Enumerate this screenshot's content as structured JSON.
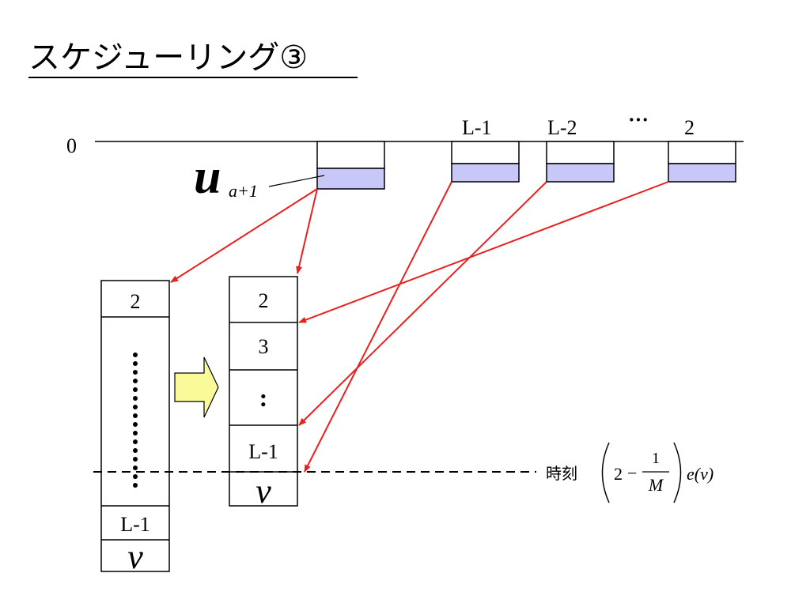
{
  "slide": {
    "title": "スケジューリング③"
  },
  "timeline": {
    "zero_label": "0",
    "block_labels": [
      "L-1",
      "L-2",
      "2"
    ],
    "ellipsis": "···",
    "u_symbol": "u",
    "u_subscript": "a+1"
  },
  "left_column": {
    "top_cell": "2",
    "penultimate_cell": "L-1",
    "bottom_cell": "v"
  },
  "right_column": {
    "cells": [
      "2",
      "3",
      ":",
      "L-1",
      "v"
    ]
  },
  "time_label": {
    "kanji": "時刻",
    "two": "2",
    "minus": "−",
    "numerator": "1",
    "denominator": "M",
    "e_of_v": "e(v)"
  },
  "colors": {
    "arrow": "#e8201e",
    "block_fill": "#c8c8f8",
    "shift_arrow": "#fbfa9a",
    "line": "#000000"
  }
}
